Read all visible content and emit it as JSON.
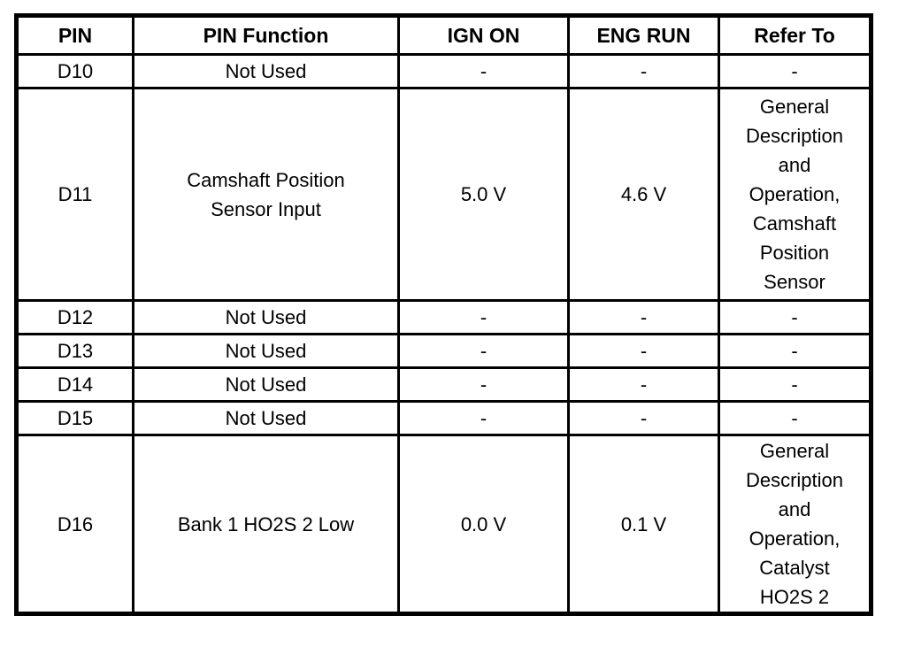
{
  "table": {
    "headers": {
      "pin": "PIN",
      "function": "PIN Function",
      "ign_on": "IGN ON",
      "eng_run": "ENG RUN",
      "refer_to": "Refer To"
    },
    "rows": [
      {
        "pin": "D10",
        "function": "Not Used",
        "ign_on": "-",
        "eng_run": "-",
        "refer_to": "-"
      },
      {
        "pin": "D11",
        "function": "Camshaft Position\nSensor Input",
        "ign_on": "5.0 V",
        "eng_run": "4.6 V",
        "refer_to": "General\nDescription\nand\nOperation,\nCamshaft\nPosition\nSensor"
      },
      {
        "pin": "D12",
        "function": "Not Used",
        "ign_on": "-",
        "eng_run": "-",
        "refer_to": "-"
      },
      {
        "pin": "D13",
        "function": "Not Used",
        "ign_on": "-",
        "eng_run": "-",
        "refer_to": "-"
      },
      {
        "pin": "D14",
        "function": "Not Used",
        "ign_on": "-",
        "eng_run": "-",
        "refer_to": "-"
      },
      {
        "pin": "D15",
        "function": "Not Used",
        "ign_on": "-",
        "eng_run": "-",
        "refer_to": "-"
      },
      {
        "pin": "D16",
        "function": "Bank 1 HO2S 2 Low",
        "ign_on": "0.0 V",
        "eng_run": "0.1 V",
        "refer_to": "General\nDescription\nand\nOperation,\nCatalyst\nHO2S 2"
      }
    ],
    "colors": {
      "border": "#000000",
      "text": "#000000",
      "background": "#ffffff"
    }
  }
}
